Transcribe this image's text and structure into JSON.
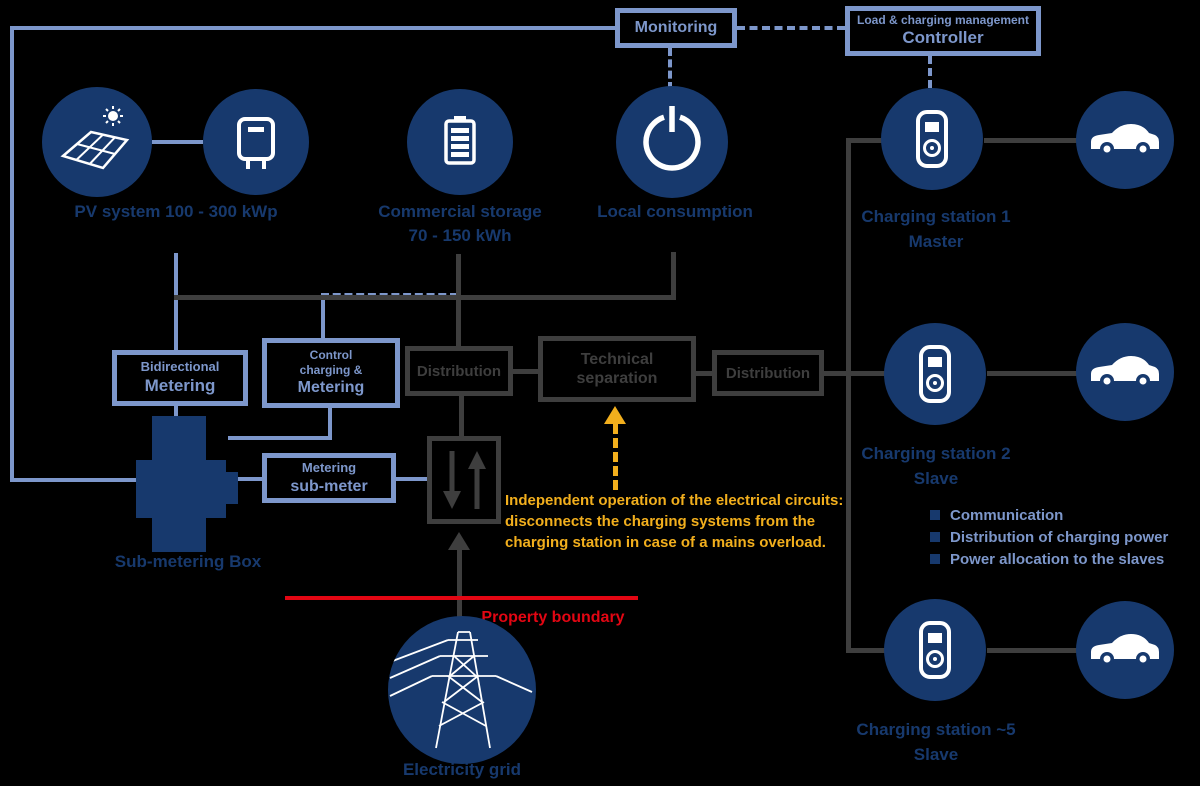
{
  "palette": {
    "background": "#000000",
    "navy": "#17396d",
    "light_blue": "#7d97cb",
    "gray": "#3e3e3e",
    "yellow": "#f2af1d",
    "red": "#e30613",
    "white": "#ffffff"
  },
  "top": {
    "monitoring_label": "Monitoring",
    "controller_line1": "Load & charging management",
    "controller_line2": "Controller"
  },
  "generation": {
    "pv_label": "PV system 100 - 300 kWp",
    "storage_line1": "Commercial storage",
    "storage_line2": "70 - 150 kWh",
    "consumption_label": "Local consumption"
  },
  "metering": {
    "bidirectional_line1": "Bidirectional",
    "bidirectional_line2": "Metering",
    "control_line1": "Control",
    "control_line2": "charging &",
    "control_line3": "Metering",
    "submeter_line1": "Metering",
    "submeter_line2": "sub-meter",
    "cabinet_label": "Sub-metering Box"
  },
  "distribution": {
    "dist_left": "Distribution",
    "separation_line1": "Technical",
    "separation_line2": "separation",
    "dist_right": "Distribution"
  },
  "note": {
    "line1": "Independent operation of the electrical circuits:",
    "line2": "disconnects the charging systems from the",
    "line3": "charging station in case of a mains overload."
  },
  "boundary_label": "Property boundary",
  "grid_label": "Electricity grid",
  "stations": [
    {
      "line1": "Charging station 1",
      "line2": "Master"
    },
    {
      "line1": "Charging station 2",
      "line2": "Slave"
    },
    {
      "line1": "Charging station ~5",
      "line2": "Slave"
    }
  ],
  "master_functions": [
    "Communication",
    "Distribution of charging power",
    "Power allocation to the slaves"
  ]
}
